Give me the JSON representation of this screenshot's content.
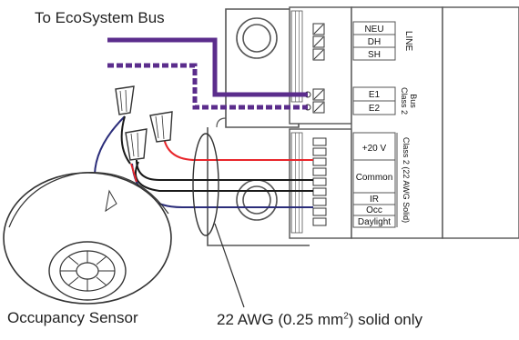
{
  "captions": {
    "bus": "To EcoSystem Bus",
    "sensor": "Occupancy Sensor",
    "awg_prefix": "22 AWG (0.25 mm",
    "awg_sup": "2",
    "awg_suffix": ") solid only"
  },
  "terminals": {
    "line_group": {
      "labels": [
        "NEU",
        "DH",
        "SH"
      ],
      "side_label": "LINE"
    },
    "bus_group": {
      "labels": [
        "E1",
        "E2"
      ],
      "side_label_1": "Class 2",
      "side_label_2": "Bus"
    },
    "sensor_group": {
      "labels": [
        "+20 V",
        "Common",
        "IR",
        "Occ",
        "Daylight"
      ],
      "side_label": "Class 2 (22 AWG Solid)"
    }
  },
  "colors": {
    "bus_wire": "#5b2d8c",
    "red_wire": "#e8262b",
    "blue_wire": "#2b2d7a",
    "black_wire": "#1a1a1a"
  }
}
